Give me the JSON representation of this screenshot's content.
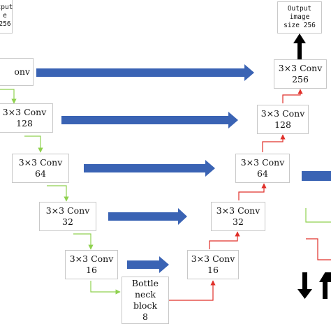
{
  "diagram": {
    "input_label": {
      "line1": "tput",
      "line2": "e",
      "line3": "256"
    },
    "output_label": {
      "line1": "Output",
      "line2": "image",
      "line3": "size 256"
    },
    "encoder": [
      {
        "line1": "onv",
        "line2": ""
      },
      {
        "line1": "3×3 Conv",
        "line2": "128"
      },
      {
        "line1": "3×3 Conv",
        "line2": "64"
      },
      {
        "line1": "3×3 Conv",
        "line2": "32"
      },
      {
        "line1": "3×3 Conv",
        "line2": "16"
      }
    ],
    "bottleneck": {
      "line1": "Bottle",
      "line2": "neck",
      "line3": "block",
      "line4": "8"
    },
    "decoder": [
      {
        "line1": "3×3 Conv",
        "line2": "16"
      },
      {
        "line1": "3×3 Conv",
        "line2": "32"
      },
      {
        "line1": "3×3 Conv",
        "line2": "64"
      },
      {
        "line1": "3×3 Conv",
        "line2": "128"
      },
      {
        "line1": "3×3 Conv",
        "line2": "256"
      }
    ],
    "colors": {
      "skip_arrow": "#3a63b4",
      "down_path": "#8fd14f",
      "up_path": "#e0302a",
      "output_arrow": "#000000",
      "box_border": "#c8c8c8"
    }
  }
}
